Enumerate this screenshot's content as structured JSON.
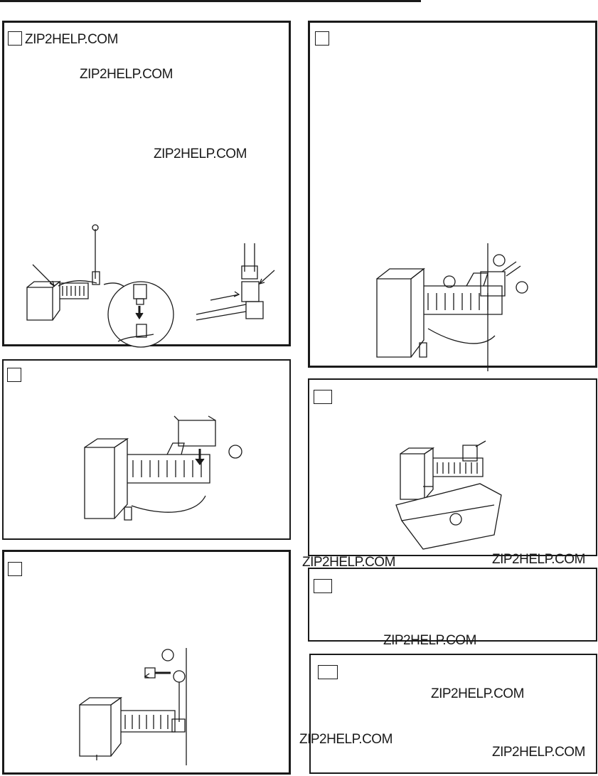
{
  "watermark": "ZIP2HELP.COM",
  "panels": [
    {
      "id": "step-a"
    },
    {
      "id": "step-b"
    },
    {
      "id": "step-c"
    },
    {
      "id": "step-d"
    },
    {
      "id": "step-e"
    },
    {
      "id": "step-f"
    },
    {
      "id": "step-g"
    }
  ],
  "colors": {
    "ink": "#1a1a1a",
    "paper": "#ffffff"
  }
}
